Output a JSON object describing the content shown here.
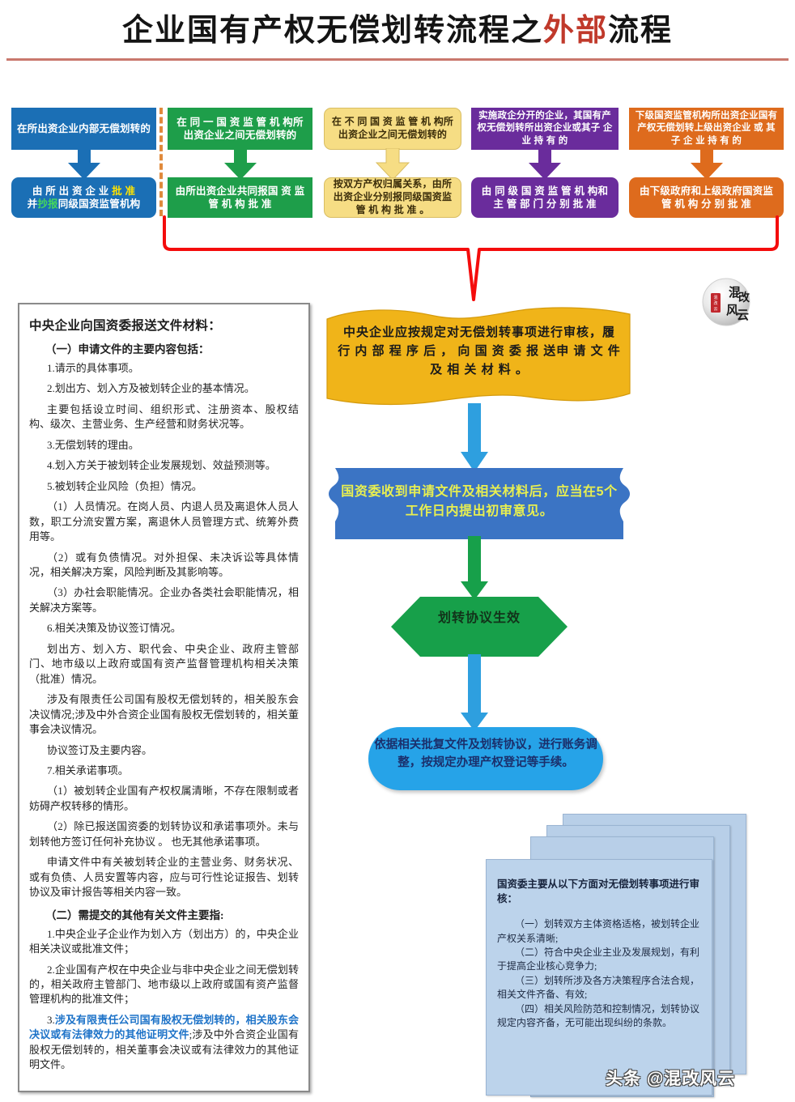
{
  "title": {
    "part1": "企业国有产权无偿划转流程之",
    "accent": "外部",
    "part3": "流程"
  },
  "branches": [
    {
      "id": "internal",
      "color": "#1b6fb5",
      "condition": "在所出资企业内部无偿划转的",
      "action_prefix": "由 所 出 资 企 业 ",
      "action_hl1": "批 准",
      "action_mid": "并",
      "action_hl2": "抄报",
      "action_suffix": "同级国资监管机构"
    },
    {
      "id": "same-regulator",
      "color": "#1e9e4a",
      "condition": "在 同 一 国 资 监 管 机 构所出资企业之间无偿划转的",
      "action": "由所出资企业共同报国 资 监 管 机 构 批 准"
    },
    {
      "id": "different-regulator",
      "color": "#f6dd84",
      "condition": "在 不 同 国 资 监 管 机 构所出资企业之间无偿划转的",
      "action": "按双方产权归属关系，由所出资企业分别报同级国资监管 机 构 批 准 。"
    },
    {
      "id": "gov-enterprise-separated",
      "color": "#6a2c9c",
      "condition": "实施政企分开的企业，其国有产权无偿划转所出资企业或其子 企 业 持 有 的",
      "action": "由 同 级 国 资 监 管 机 构和 主 管 部 门 分 别 批 准"
    },
    {
      "id": "lower-level-regulator",
      "color": "#de6b1d",
      "condition": "下级国资监管机构所出资企业国有产权无偿划转上级出资企业 或 其 子 企 业 持 有 的",
      "action": "由下级政府和上级政府国资监 管 机 构 分 别 批 准"
    }
  ],
  "document_panel": {
    "heading": "中央企业向国资委报送文件材料：",
    "section_one": "（一）申请文件的主要内容包括：",
    "items_one": [
      "1.请示的具体事项。",
      "2.划出方、划入方及被划转企业的基本情况。",
      "主要包括设立时间、组织形式、注册资本、股权结构、级次、主营业务、生产经营和财务状况等。",
      "3.无偿划转的理由。",
      "4.划入方关于被划转企业发展规划、效益预测等。",
      "5.被划转企业风险（负担）情况。",
      "（1）人员情况。在岗人员、内退人员及离退休人员人数，职工分流安置方案，离退休人员管理方式、统筹外费用等。",
      "（2）或有负债情况。对外担保、未决诉讼等具体情况，相关解决方案，风险判断及其影响等。",
      "（3）办社会职能情况。企业办各类社会职能情况，相关解决方案等。",
      "6.相关决策及协议签订情况。",
      "划出方、划入方、职代会、中央企业、政府主管部门、地市级以上政府或国有资产监督管理机构相关决策（批准）情况。",
      "涉及有限责任公司国有股权无偿划转的，相关股东会决议情况;涉及中外合资企业国有股权无偿划转的，相关董事会决议情况。",
      "协议签订及主要内容。",
      "7.相关承诺事项。",
      "（1）被划转企业国有产权权属清晰，不存在限制或者妨碍产权转移的情形。",
      "（2）除已报送国资委的划转协议和承诺事项外。未与划转他方签订任何补充协议 。 也无其他承诺事项。",
      "申请文件中有关被划转企业的主营业务、财务状况、或有负债、人员安置等内容，应与可行性论证报告、划转协议及审计报告等相关内容一致。"
    ],
    "section_two": "（二）需提交的其他有关文件主要指:",
    "items_two_1": "1.中央企业子企业作为划入方（划出方）的，中央企业相关决议或批准文件；",
    "items_two_2": "2.企业国有产权在中央企业与非中央企业之间无偿划转的，相关政府主管部门、地市级以上政府或国有资产监督管理机构的批准文件；",
    "items_two_3_num": "3.",
    "items_two_3_blue": "涉及有限责任公司国有股权无偿划转的，相关股东会决议或有法律效力的其他证明文件",
    "items_two_3_rest": ";涉及中外合资企业国有股权无偿划转的，相关董事会决议或有法律效力的其他证明文件。"
  },
  "flow": {
    "ribbon": "中央企业应按规定对无偿划转事项进行审核，履 行 内 部 程 序 后 ， 向 国 资 委 报 送申 请 文 件 及 相 关 材 料 。",
    "ribbon_color": "#f0b419",
    "blue_banner": "国资委收到申请文件及相关材料后，应当在5个工作日内提出初审意见。",
    "blue_banner_color": "#3b74c4",
    "hexagon": "划转协议生效",
    "hexagon_color": "#17a04a",
    "pill": "依据相关批复文件及划转协议，进行账务调整，按规定办理产权登记等手续。",
    "pill_color": "#26a3e8",
    "connector_color": "#2e9fdf"
  },
  "review_card": {
    "heading": "国资委主要从以下方面对无偿划转事项进行审核：",
    "items": [
      "（一）划转双方主体资格适格，被划转企业产权关系清晰;",
      "（二）符合中央企业主业及发展规划，有利于提高企业核心竞争力;",
      "（三）划转所涉及各方决策程序合法合规，相关文件齐备、有效;",
      "（四）相关风险防范和控制情况，划转协议规定内容齐备，无可能出现纠纷的条款。"
    ]
  },
  "logo": {
    "text_tr": "混",
    "text_tl": "改",
    "text_br": "风",
    "text_bl": "云",
    "seal": "混改风云"
  },
  "footer": {
    "text": "头条 @混改风云"
  },
  "colors": {
    "red_connector": "#f40c0c",
    "title_accent": "#c0392b",
    "divider": "#e08a3c"
  }
}
